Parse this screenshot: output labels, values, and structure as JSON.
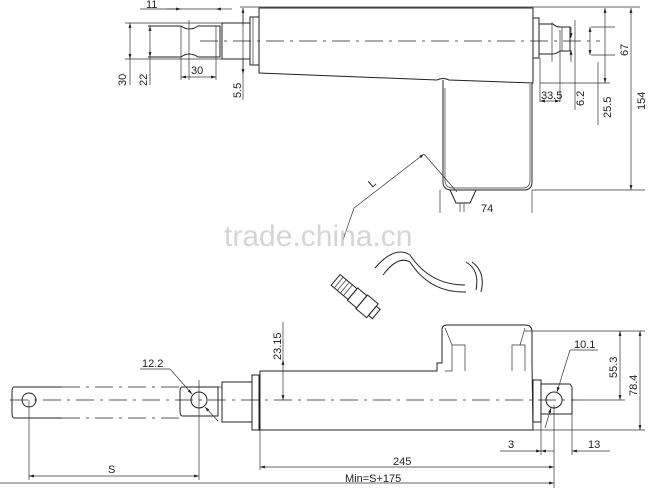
{
  "diagram": {
    "type": "engineering-dimension-drawing",
    "subject": "linear actuator",
    "colors": {
      "line": "#222222",
      "background": "#ffffff",
      "watermark": "#c8c8c8"
    },
    "top_view": {
      "labels": {
        "dim_11": "11",
        "dim_30_rod_len": "30",
        "dim_30_height": "30",
        "dim_22": "22",
        "dim_5_5": "5.5",
        "dim_67": "67",
        "dim_154": "154",
        "dim_33_5": "33.5",
        "dim_6_2": "6.2",
        "dim_25_5": "25.5",
        "dim_74": "74",
        "dim_L": "L"
      }
    },
    "side_view": {
      "labels": {
        "dim_12_2": "12.2",
        "dim_23_15": "23.15",
        "dim_10_1": "10.1",
        "dim_55_3": "55.3",
        "dim_78_4": "78.4",
        "dim_3": "3",
        "dim_13": "13",
        "dim_245": "245",
        "dim_S": "S",
        "dim_min": "Min=S+175"
      }
    },
    "watermark": "trade.china.cn"
  }
}
